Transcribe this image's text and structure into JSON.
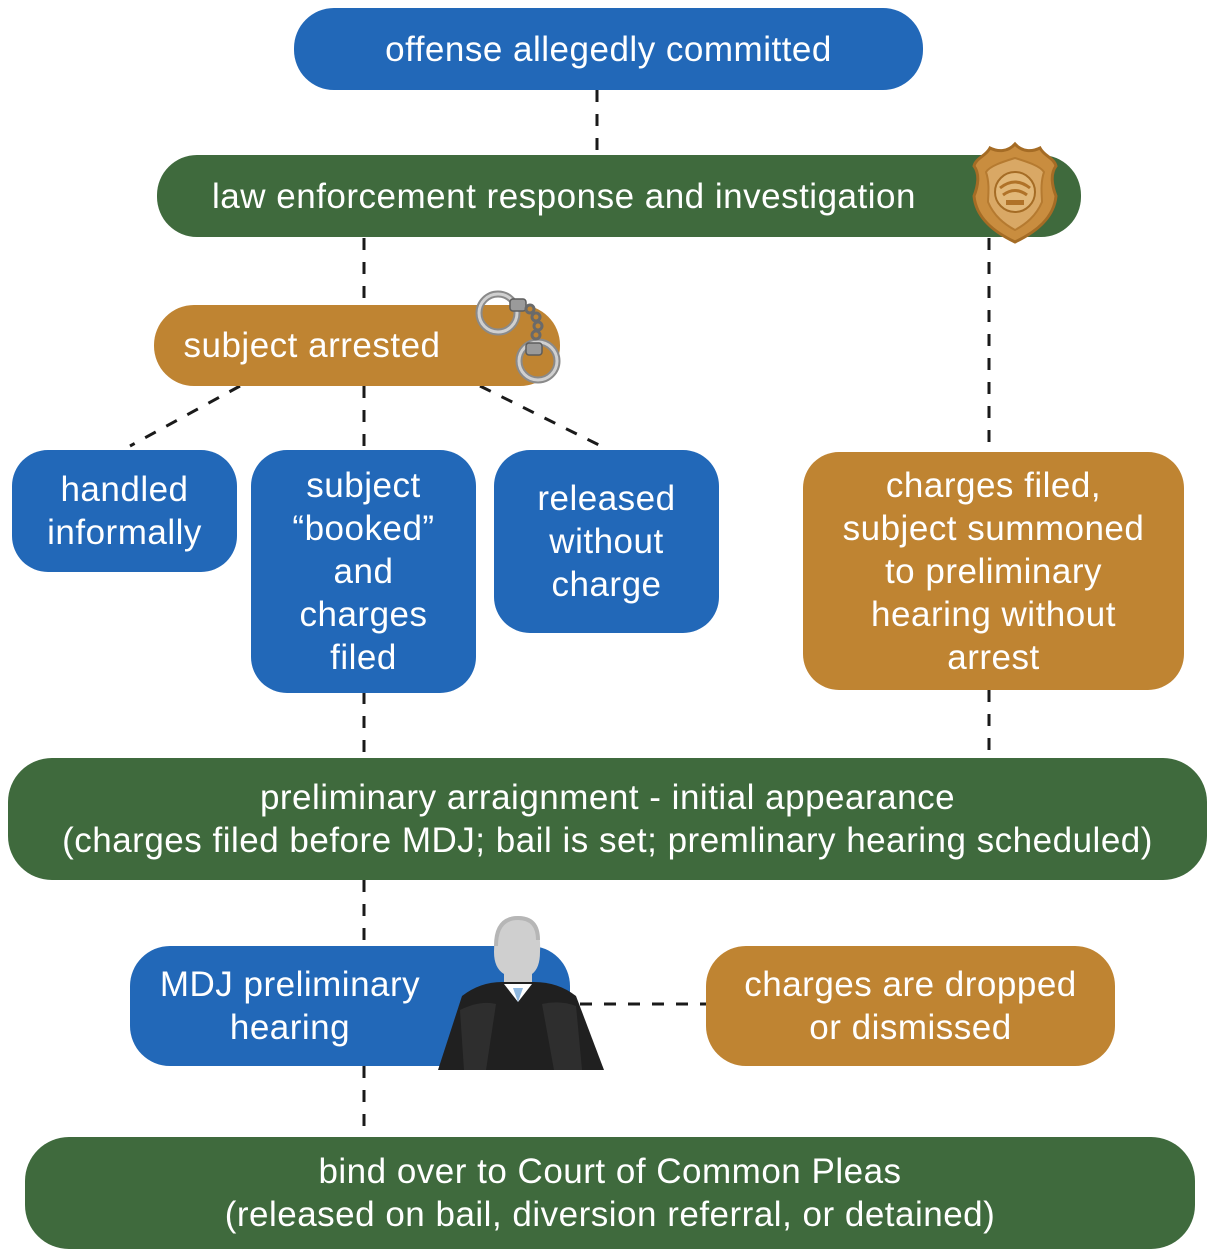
{
  "nodes": {
    "offense": {
      "text": "offense allegedly committed"
    },
    "law_enforcement": {
      "text": "law enforcement response and investigation"
    },
    "arrested": {
      "text": "subject arrested"
    },
    "informal": {
      "lines": [
        "handled",
        "informally"
      ]
    },
    "booked": {
      "lines": [
        "subject",
        "“booked”",
        "and",
        "charges",
        "filed"
      ]
    },
    "released": {
      "lines": [
        "released",
        "without",
        "charge"
      ]
    },
    "summoned": {
      "lines": [
        "charges filed,",
        "subject summoned",
        "to preliminary",
        "hearing without",
        "arrest"
      ]
    },
    "arraignment": {
      "lines": [
        "preliminary arraignment - initial appearance",
        "(charges filed before MDJ; bail is set; premlinary hearing scheduled)"
      ]
    },
    "mdj_hearing": {
      "lines": [
        "MDJ preliminary",
        "hearing"
      ]
    },
    "dropped": {
      "lines": [
        "charges are dropped",
        "or dismissed"
      ]
    },
    "bind_over": {
      "lines": [
        "bind over to Court of Common Pleas",
        "(released on bail, diversion referral, or detained)"
      ]
    }
  },
  "icons": {
    "badge": "police-badge-icon",
    "handcuffs": "handcuffs-icon",
    "judge": "judge-icon"
  },
  "colors": {
    "blue": "#2268b8",
    "green": "#3f6a3d",
    "gold": "#bf8432",
    "connector": "#1a1a1a"
  }
}
